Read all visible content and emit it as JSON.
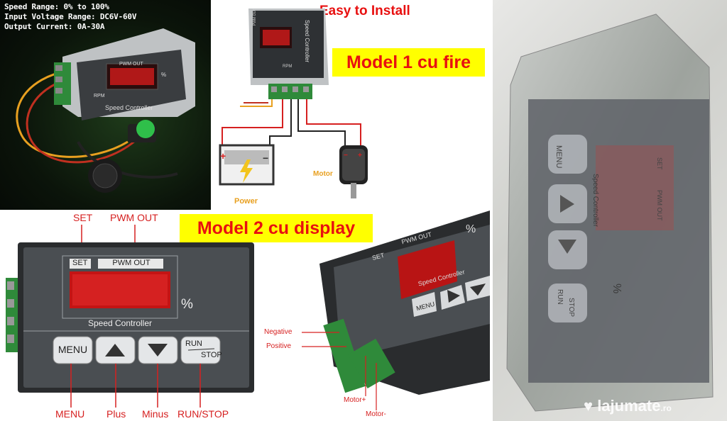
{
  "specs": {
    "line1": "Speed Range: 0% to 100%",
    "line2": "Input Voltage Range: DC6V-60V",
    "line3": "Output Current: 0A-30A"
  },
  "device_small": {
    "pwm_out": "PWM OUT",
    "percent": "%",
    "rpm": "RPM",
    "speed_controller": "Speed Controller"
  },
  "wiring": {
    "easy_install": "Easy to Install",
    "model1": "Model 1 cu fire",
    "power": "Power",
    "motor": "Motor",
    "pwm_out": "PWM OUT",
    "rpm": "RPM",
    "speed_controller": "Speed Controller"
  },
  "front": {
    "model2": "Model 2 cu display",
    "set_label": "SET",
    "pwm_out_label": "PWM OUT",
    "set": "SET",
    "pwm_out": "PWM OUT",
    "percent": "%",
    "speed_controller": "Speed Controller",
    "menu": "MENU",
    "run": "RUN",
    "stop": "STOP",
    "label_menu": "MENU",
    "label_plus": "Plus",
    "label_minus": "Minus",
    "label_runstop": "RUN/STOP"
  },
  "angled": {
    "set": "SET",
    "pwm_out": "PWM OUT",
    "percent": "%",
    "speed_controller": "Speed Controller",
    "menu": "MENU",
    "negative": "Negative",
    "positive": "Positive",
    "motor_plus": "Motor+",
    "motor_minus": "Motor-"
  },
  "bag": {
    "menu": "MENU",
    "set": "SET",
    "pwm_out": "PWM OUT",
    "speed_controller": "Speed Controller",
    "percent": "%",
    "run": "RUN",
    "stop": "STOP"
  },
  "watermark": {
    "brand": "lajumate",
    "tld": ".ro"
  },
  "colors": {
    "accent_red": "#e81010",
    "banner_yellow": "#ffff00",
    "display_red": "#e23030"
  }
}
